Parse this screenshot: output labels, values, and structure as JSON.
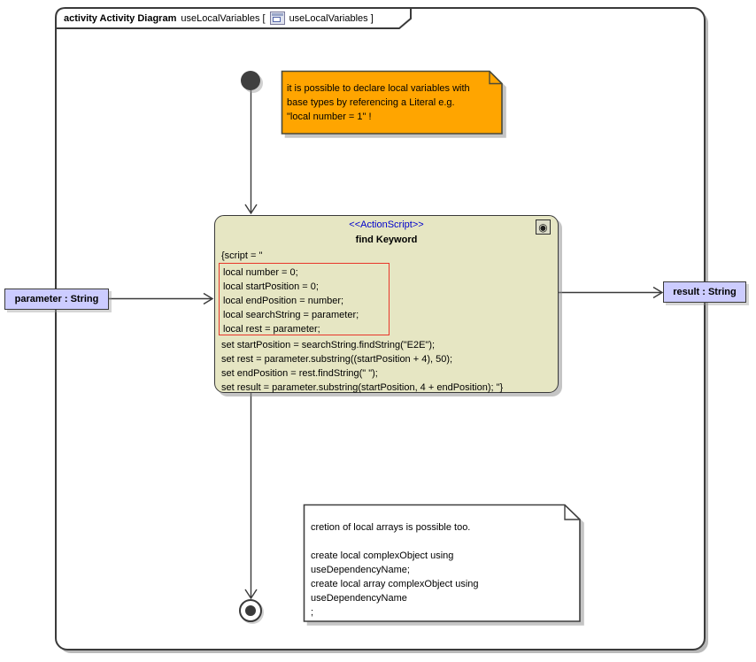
{
  "frame": {
    "title_keyword": "activity Activity Diagram",
    "title_diagram_name": "useLocalVariables [",
    "title_diagram_ref": "useLocalVariables ]"
  },
  "orange_note": {
    "lines": [
      "it is possible to declare local variables with",
      "base types by referencing a Literal e.g.",
      "\"local number = 1\" !"
    ]
  },
  "action_node": {
    "stereotype": "<<ActionScript>>",
    "name": "find Keyword",
    "script_open": "{script = \"",
    "highlighted_lines": [
      "local number = 0;",
      "local startPosition = 0;",
      "local endPosition = number;",
      "local searchString = parameter;",
      "local rest = parameter;"
    ],
    "script_lines": [
      "set startPosition = searchString.findString(\"E2E\");",
      "set rest = parameter.substring((startPosition + 4), 50);",
      "set endPosition = rest.findString(\" \");",
      "set result = parameter.substring(startPosition, 4 + endPosition); \"}"
    ]
  },
  "parameters": {
    "input": "parameter : String",
    "output": "result : String"
  },
  "white_note": {
    "lines": [
      "cretion of local arrays is possible too.",
      "",
      "create local complexObject using",
      "useDependencyName;",
      "create local array complexObject using",
      "useDependencyName",
      ";"
    ]
  },
  "icons": {
    "title_icon": "diagram-icon",
    "action_icon": "call-behavior-icon",
    "action_icon_glyph": "◉"
  },
  "colors": {
    "orange_note_fill": "#FFA500",
    "action_fill": "#E6E6C3",
    "parameter_fill": "#CCCCFF",
    "stereotype_text": "#0000CC",
    "highlight_border": "#E8362A",
    "line": "#3A3A3A"
  }
}
